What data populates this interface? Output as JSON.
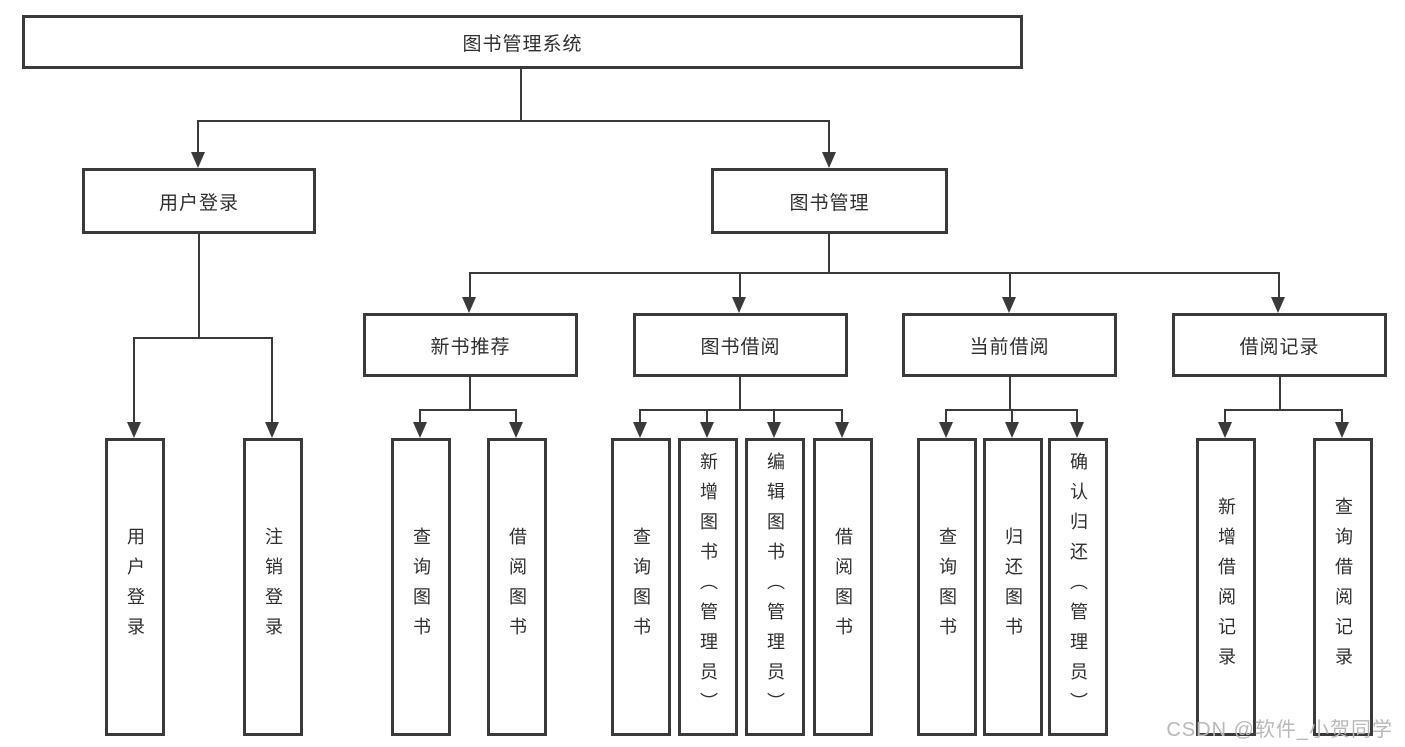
{
  "diagram": {
    "root": {
      "label": "图书管理系统"
    },
    "level2": [
      {
        "label": "用户登录"
      },
      {
        "label": "图书管理"
      }
    ],
    "level3": [
      {
        "label": "新书推荐"
      },
      {
        "label": "图书借阅"
      },
      {
        "label": "当前借阅"
      },
      {
        "label": "借阅记录"
      }
    ],
    "leaves": {
      "user_login": [
        "用户登录",
        "注销登录"
      ],
      "new_books": [
        "查询图书",
        "借阅图书"
      ],
      "book_borrow": [
        "查询图书",
        "新增图书（管理员）",
        "编辑图书（管理员）",
        "借阅图书"
      ],
      "current_borrow": [
        "查询图书",
        "归还图书",
        "确认归还（管理员）"
      ],
      "borrow_records": [
        "新增借阅记录",
        "查询借阅记录"
      ]
    }
  },
  "watermark": {
    "text": "CSDN @软件_小贺同学"
  },
  "colors": {
    "line": "#3a3a3a",
    "text": "#2f2f2f",
    "watermark": "#b9b9b9",
    "background": "#ffffff"
  }
}
